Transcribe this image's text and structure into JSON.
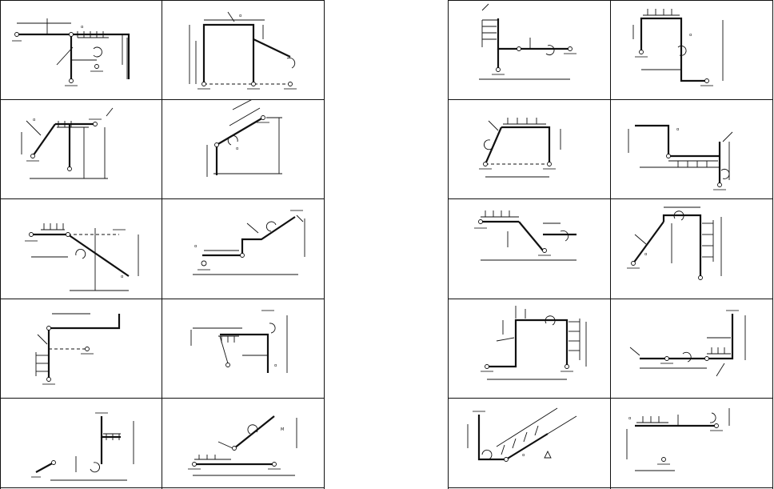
{
  "page": {
    "title": "",
    "layout": "two sheets, each a 2-column by 5-row grid of structural frame schemes"
  },
  "sheets": [
    {
      "name": "left",
      "cells": 10
    },
    {
      "name": "right",
      "cells": 10
    }
  ],
  "symbols": {
    "label_glyph": "α",
    "moment_glyph": "M",
    "support_icon": "pin-support-icon",
    "fixed_icon": "fixed-support-icon",
    "load_icon": "distributed-load-icon",
    "moment_icon": "moment-arrow-icon"
  }
}
